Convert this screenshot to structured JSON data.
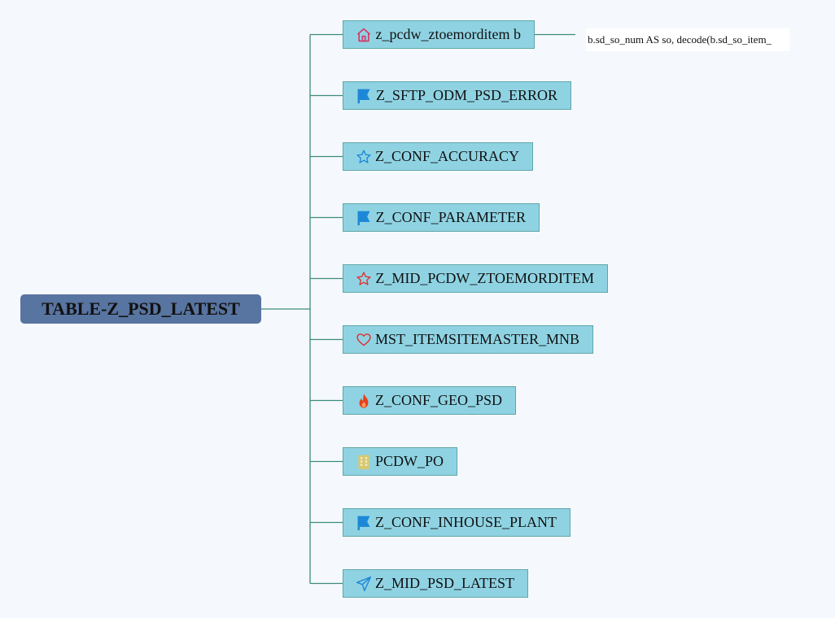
{
  "root": {
    "label": "TABLE-Z_PSD_LATEST"
  },
  "nodes": [
    {
      "label": "z_pcdw_ztoemorditem b",
      "icon": "home-icon",
      "color": "#d63a6a"
    },
    {
      "label": "Z_SFTP_ODM_PSD_ERROR",
      "icon": "flag-icon",
      "color": "#1e88d8"
    },
    {
      "label": "Z_CONF_ACCURACY",
      "icon": "star-outline-icon",
      "color": "#1e88d8"
    },
    {
      "label": "Z_CONF_PARAMETER",
      "icon": "flag-icon",
      "color": "#1e88d8"
    },
    {
      "label": "Z_MID_PCDW_ZTOEMORDITEM",
      "icon": "star-outline-icon",
      "color": "#e03030"
    },
    {
      "label": "MST_ITEMSITEMASTER_MNB",
      "icon": "heart-outline-icon",
      "color": "#e03030"
    },
    {
      "label": "Z_CONF_GEO_PSD",
      "icon": "fire-icon",
      "color": "#e8401c"
    },
    {
      "label": "PCDW_PO",
      "icon": "building-icon",
      "color": "#d8c870"
    },
    {
      "label": "Z_CONF_INHOUSE_PLANT",
      "icon": "flag-icon",
      "color": "#1e88d8"
    },
    {
      "label": "Z_MID_PSD_LATEST",
      "icon": "send-icon",
      "color": "#1e88d8"
    }
  ],
  "note": {
    "text": "b.sd_so_num AS so, decode(b.sd_so_item_"
  },
  "colors": {
    "connector": "#3f8a7e",
    "root_bg": "#5874a0",
    "node_bg": "#8fd3e3",
    "node_border": "#5fa6a8"
  }
}
